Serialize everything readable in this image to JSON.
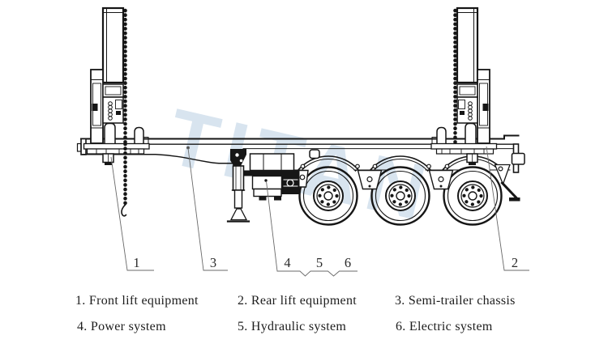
{
  "colors": {
    "ink": "#161616",
    "leader": "#6a6a6a",
    "watermark": "#b9cfe3"
  },
  "watermark": {
    "text": "TITAN"
  },
  "callouts": {
    "labels": [
      "1",
      "2",
      "3",
      "4",
      "5",
      "6"
    ]
  },
  "legend": {
    "items": [
      "1. Front lift equipment",
      "2. Rear lift equipment",
      "3. Semi-trailer chassis",
      "4. Power system",
      "5. Hydraulic system",
      "6. Electric system"
    ]
  }
}
